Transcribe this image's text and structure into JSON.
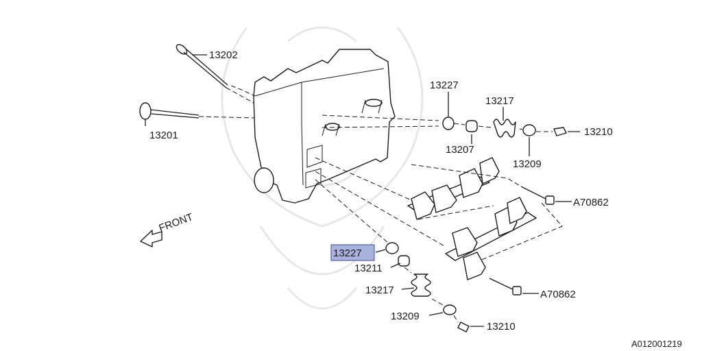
{
  "diagram": {
    "ref_code": "A012001219",
    "front_label": "FRONT",
    "highlight_color": "#a9b4de",
    "callouts": [
      {
        "id": "c13202",
        "text": "13202",
        "highlighted": false
      },
      {
        "id": "c13201",
        "text": "13201",
        "highlighted": false
      },
      {
        "id": "c13227a",
        "text": "13227",
        "highlighted": false
      },
      {
        "id": "c13217a",
        "text": "13217",
        "highlighted": false
      },
      {
        "id": "c13207",
        "text": "13207",
        "highlighted": false
      },
      {
        "id": "c13209a",
        "text": "13209",
        "highlighted": false
      },
      {
        "id": "c13210a",
        "text": "13210",
        "highlighted": false
      },
      {
        "id": "cA70862a",
        "text": "A70862",
        "highlighted": false
      },
      {
        "id": "cA70862b",
        "text": "A70862",
        "highlighted": false
      },
      {
        "id": "c13227b",
        "text": "13227",
        "highlighted": true
      },
      {
        "id": "c13211",
        "text": "13211",
        "highlighted": false
      },
      {
        "id": "c13217b",
        "text": "13217",
        "highlighted": false
      },
      {
        "id": "c13209b",
        "text": "13209",
        "highlighted": false
      },
      {
        "id": "c13210b",
        "text": "13210",
        "highlighted": false
      }
    ]
  }
}
